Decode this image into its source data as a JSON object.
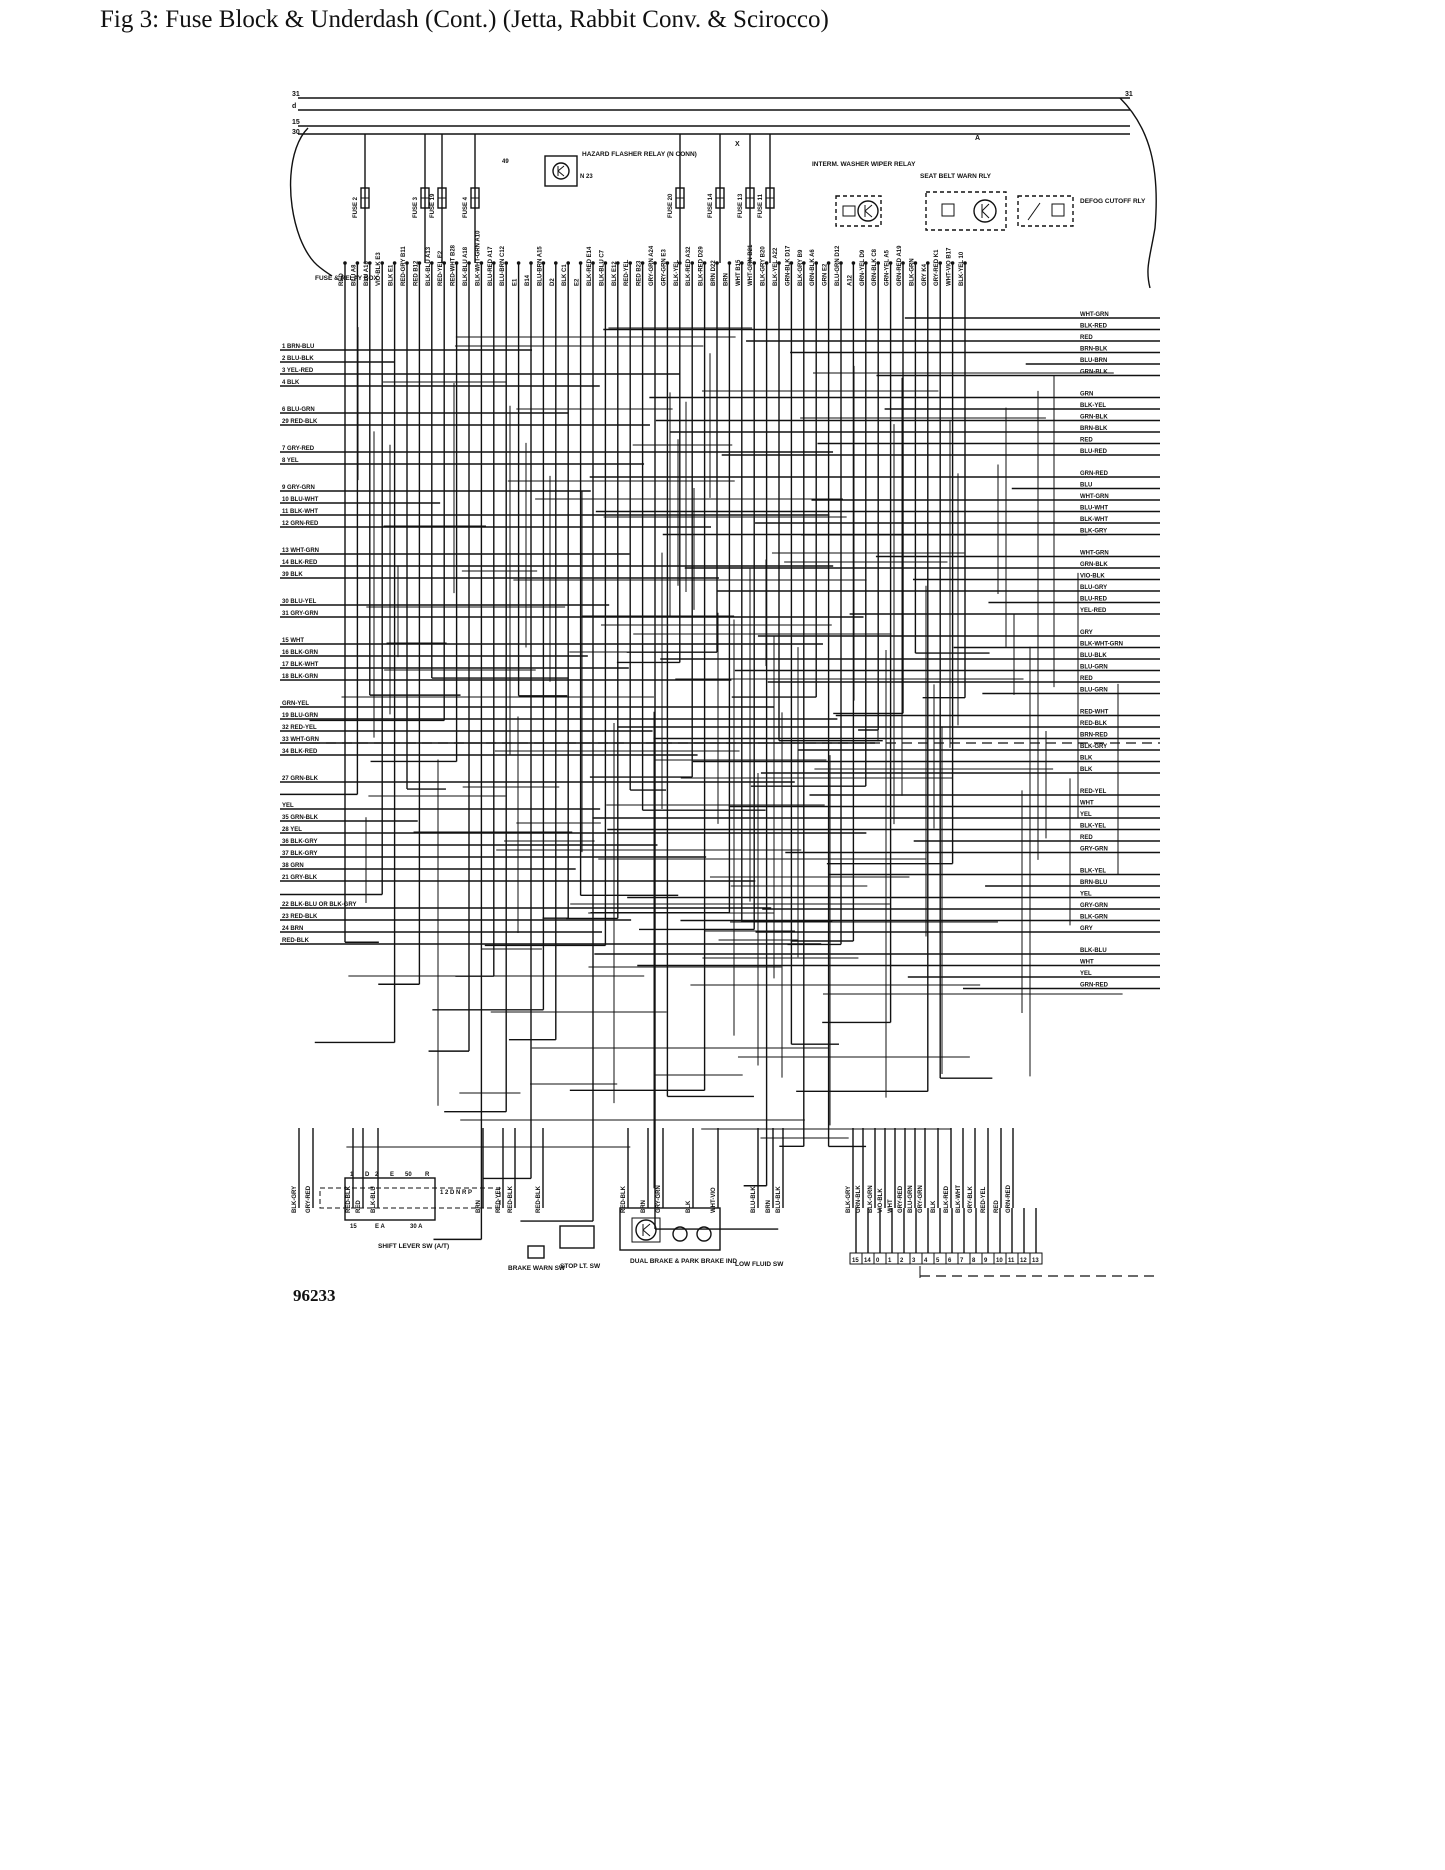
{
  "title": "Fig 3: Fuse Block & Underdash (Cont.) (Jetta, Rabbit Conv. & Scirocco)",
  "figure_id": "96233",
  "top_terminals": [
    "31",
    "d",
    "15",
    "30",
    "X",
    "A",
    "31"
  ],
  "fuses": [
    "FUSE 2",
    "FUSE 3",
    "FUSE 19",
    "FUSE 4",
    "FUSE 20",
    "FUSE 14",
    "FUSE 13",
    "FUSE 11"
  ],
  "components": {
    "hazard_relay": "HAZARD FLASHER RELAY (N CONN)",
    "hazard_pin": "N 23",
    "hazard_49": "49",
    "washer_relay": "INTERM. WASHER WIPER RELAY",
    "seat_belt": "SEAT BELT WARN RLY",
    "defog": "DEFOG CUTOFF RLY",
    "fuse_box": "FUSE & RELAY BOX",
    "shift_lever": "SHIFT LEVER SW (A/T)",
    "brake_warn": "BRAKE WARN SW",
    "stop_lt": "STOP LT. SW",
    "dual_brake": "DUAL BRAKE & PARK BRAKE IND",
    "low_fluid": "LOW FLUID SW",
    "prnd": "1 2 D N R P"
  },
  "left_wires": [
    "1 BRN-BLU",
    "2 BLU-BLK",
    "3 YEL-RED",
    "4 BLK",
    "6 BLU-GRN",
    "29 RED-BLK",
    "7 GRY-RED",
    "8 YEL",
    "9 GRY-GRN",
    "10 BLU-WHT",
    "11 BLK-WHT",
    "12 GRN-RED",
    "13 WHT-GRN",
    "14 BLK-RED",
    "39 BLK",
    "30 BLU-YEL",
    "31 GRY-GRN",
    "15 WHT",
    "16 BLK-GRN",
    "17 BLK-WHT",
    "18 BLK-GRN",
    "GRN-YEL",
    "19 BLU-GRN",
    "32 RED-YEL",
    "33 WHT-GRN",
    "34 BLK-RED",
    "27 GRN-BLK",
    "YEL",
    "35 GRN-BLK",
    "28 YEL",
    "36 BLK-GRY",
    "37 BLK-GRY",
    "38 GRN",
    "21 GRY-BLK",
    "22 BLK-BLU OR BLK-GRY",
    "23 RED-BLK",
    "24 BRN",
    "RED-BLK"
  ],
  "right_wires": [
    "WHT-GRN",
    "BLK-RED",
    "RED",
    "BRN-BLK",
    "BLU-BRN",
    "GRN-BLK",
    "GRN",
    "BLK-YEL",
    "GRN-BLK",
    "BRN-BLK",
    "RED",
    "BLU-RED",
    "GRN-RED",
    "BLU",
    "WHT-GRN",
    "BLU-WHT",
    "BLK-WHT",
    "BLK-GRY",
    "WHT-GRN",
    "GRN-BLK",
    "VIO-BLK",
    "BLU-GRY",
    "BLU-RED",
    "YEL-RED",
    "GRY",
    "BLK-WHT-GRN",
    "BLU-BLK",
    "BLU-GRN",
    "RED",
    "BLU-GRN",
    "RED-WHT",
    "RED-BLK",
    "BRN-RED",
    "BLK-GRY",
    "BLK",
    "BLK",
    "RED-YEL",
    "WHT",
    "YEL",
    "BLK-YEL",
    "RED",
    "GRY-GRN",
    "BLK-YEL",
    "BRN-BLU",
    "YEL",
    "GRY-GRN",
    "BLK-GRN",
    "GRY",
    "BLK-BLU",
    "WHT",
    "YEL",
    "GRN-RED"
  ],
  "top_wires": [
    "RED",
    "BLU A8",
    "BLU A16",
    "VIO-BLK E3",
    "BLK E1",
    "RED-GRY B11",
    "RED B12",
    "BLK-BLU A13",
    "RED-YEL E2",
    "RED-WHT B28",
    "BLK-BLU A18",
    "BLK-WHT-GRN A10",
    "BLU-RED A17",
    "BLU-BRN C12",
    "E1",
    "B14",
    "BLU-BRN A15",
    "D2",
    "BLK C1",
    "E2",
    "BLK-RED E14",
    "BLK-BLU C7",
    "BLK E12",
    "RED-YEL",
    "RED B23",
    "GRY-GRN A24",
    "GRY-GRN E3",
    "BLK-YEL",
    "BLK-RED A32",
    "BLK-RED D29",
    "BRN D22",
    "BRN",
    "WHT B15",
    "WHT-GRN B21",
    "BLK-GRY B20",
    "BLK-YEL A22",
    "GRN-BLK D17",
    "BLK-GRY B9",
    "GRN-BLK A6",
    "GRN E2",
    "BLU-GRN D12",
    "A12",
    "GRN-YEL D9",
    "GRN-BLK C8",
    "GRN-YEL A5",
    "GRN-RED A19",
    "BLK-GRN",
    "GRY K4",
    "GRY-RED K1",
    "WHT-VIO B17",
    "BLK-YEL 10"
  ],
  "bottom_wires": [
    "BLK-GRY",
    "GRY-RED",
    "RED",
    "BLK-BLU",
    "BRN",
    "RED-YEL",
    "RED-BLK",
    "RED-BLK",
    "BRN",
    "GRY-GRN",
    "BLK",
    "WHT-VIO",
    "BLU-BLK",
    "BRN",
    "BLK-GRY",
    "GRN-BLK",
    "BLK-GRN",
    "VIO-BLK",
    "WHT",
    "GRY-RED",
    "BLU-GRN",
    "GRY-GRN",
    "BLK",
    "BLK-RED",
    "BLK-WHT",
    "GRY-BLK",
    "RED-YEL",
    "RED",
    "GRN-RED",
    "BLU-BLK",
    "RED-BLK",
    "RED-BLK"
  ],
  "connector_pins": [
    "15",
    "14",
    "0",
    "1",
    "2",
    "3",
    "4",
    "5",
    "6",
    "7",
    "8",
    "9",
    "10",
    "11",
    "12",
    "13"
  ],
  "shift_terminals": [
    "1",
    "D",
    "2",
    "E",
    "50",
    "R",
    "15",
    "E A",
    "30 A"
  ]
}
